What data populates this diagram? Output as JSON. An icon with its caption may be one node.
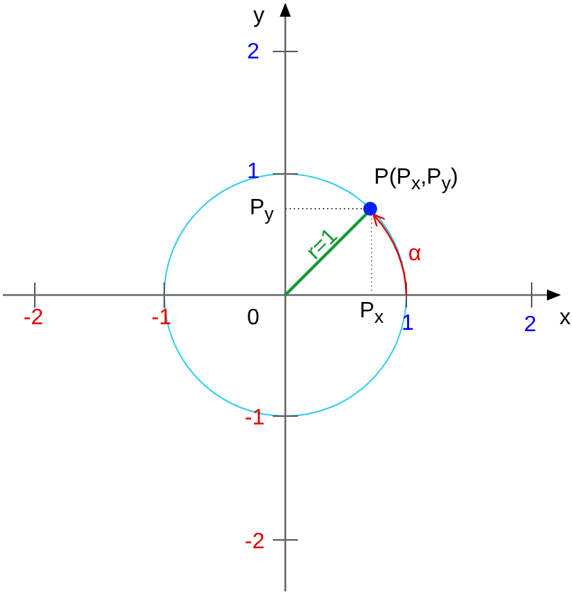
{
  "diagram": {
    "labels": [
      "y",
      "2",
      "1",
      "P(P$_{x}$,P$_{y}$)",
      "P$_{y}$",
      "r=1",
      "α",
      "-2",
      "-1",
      "0",
      "P$_{x}$",
      "1",
      "2",
      "x",
      "-1",
      "-2"
    ]
  }
}
